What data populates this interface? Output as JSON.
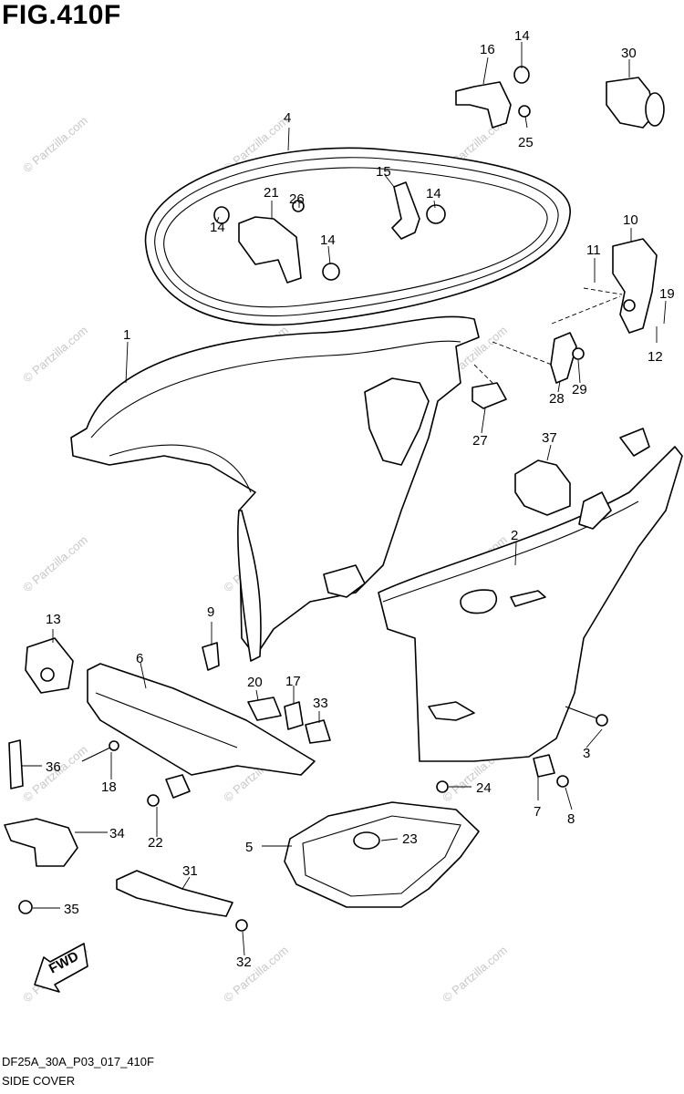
{
  "figure": {
    "title": "FIG.410F",
    "code": "DF25A_30A_P03_017_410F",
    "name": "SIDE COVER",
    "watermark": "© Partzilla.com",
    "fwd_label": "FWD"
  },
  "callouts": {
    "c1": "1",
    "c2": "2",
    "c3": "3",
    "c4": "4",
    "c5": "5",
    "c6": "6",
    "c7": "7",
    "c8": "8",
    "c9": "9",
    "c10": "10",
    "c11": "11",
    "c12": "12",
    "c13": "13",
    "c14a": "14",
    "c14b": "14",
    "c14c": "14",
    "c14d": "14",
    "c15": "15",
    "c16": "16",
    "c17": "17",
    "c18": "18",
    "c19": "19",
    "c20": "20",
    "c21": "21",
    "c22": "22",
    "c23": "23",
    "c24": "24",
    "c25": "25",
    "c26": "26",
    "c27": "27",
    "c28": "28",
    "c29": "29",
    "c30": "30",
    "c31": "31",
    "c32": "32",
    "c33": "33",
    "c34": "34",
    "c35": "35",
    "c36": "36",
    "c37": "37"
  }
}
